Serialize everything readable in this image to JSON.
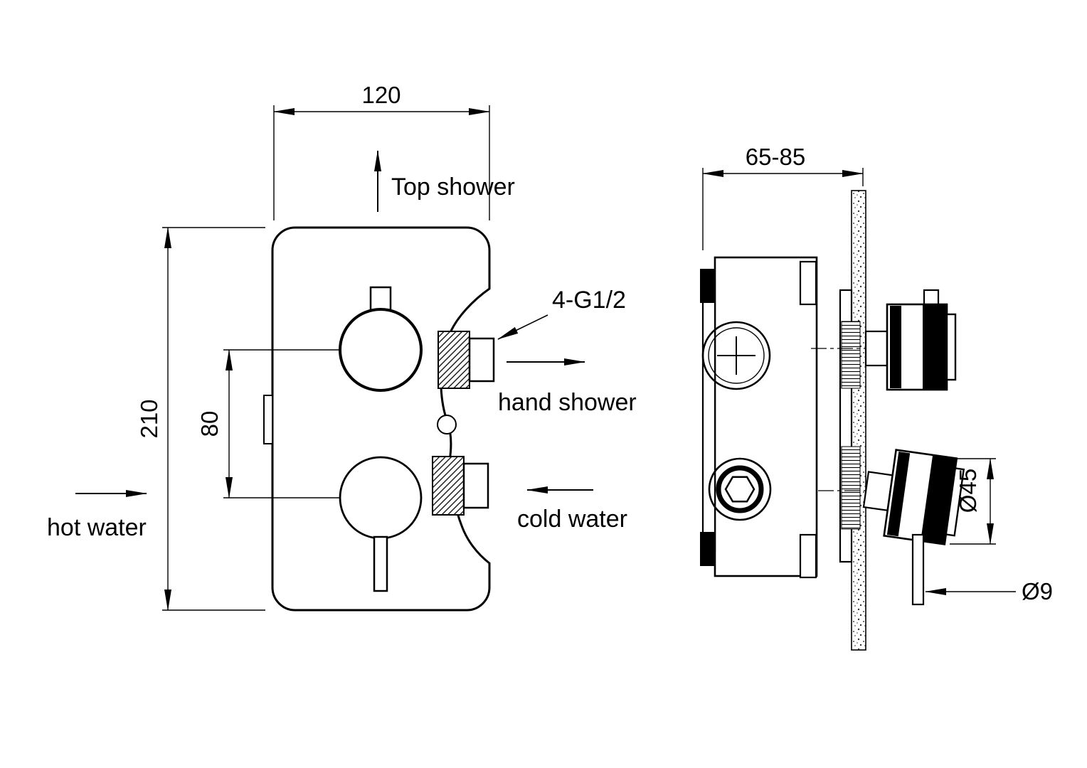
{
  "page": {
    "background": "#ffffff",
    "line_color": "#000000",
    "description": "Technical dimension drawing of concealed thermostatic shower mixer valve, front view and side view"
  },
  "front_view": {
    "dim_width": "120",
    "dim_height": "210",
    "dim_knob_spacing": "80",
    "top_shower_label": "Top shower",
    "hand_shower_label": "hand shower",
    "cold_water_label": "cold water",
    "hot_water_label": "hot water",
    "thread_label": "4-G1/2"
  },
  "side_view": {
    "dim_depth_range": "65-85",
    "dim_handle_diameter": "Ø45",
    "dim_stem_diameter": "Ø9"
  }
}
